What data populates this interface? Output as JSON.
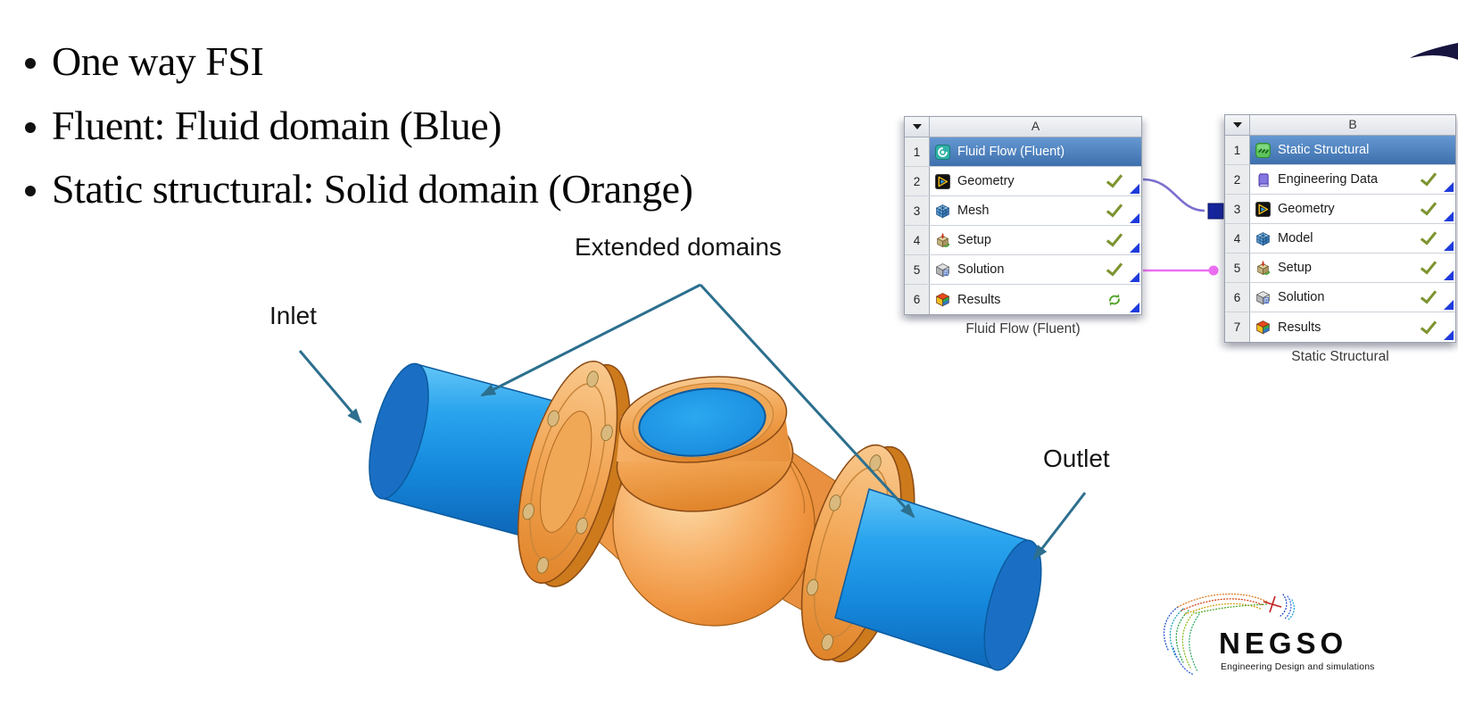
{
  "slide": {
    "bullets": [
      "One way FSI",
      "Fluent: Fluid domain (Blue)",
      "Static structural: Solid domain (Orange)"
    ]
  },
  "diagram": {
    "labels": {
      "extended_domains": "Extended domains",
      "inlet": "Inlet",
      "outlet": "Outlet"
    }
  },
  "workbench": {
    "systems": [
      {
        "id": "A",
        "header": "A",
        "caption": "Fluid Flow (Fluent)",
        "rows": [
          {
            "num": "1",
            "label": "Fluid Flow (Fluent)",
            "icon": "fluent-icon",
            "status_icon": null,
            "selected": true
          },
          {
            "num": "2",
            "label": "Geometry",
            "icon": "geometry-icon",
            "status_icon": "check-icon",
            "selected": false
          },
          {
            "num": "3",
            "label": "Mesh",
            "icon": "mesh-icon",
            "status_icon": "check-icon",
            "selected": false
          },
          {
            "num": "4",
            "label": "Setup",
            "icon": "setup-icon",
            "status_icon": "check-icon",
            "selected": false
          },
          {
            "num": "5",
            "label": "Solution",
            "icon": "solution-icon",
            "status_icon": "check-icon",
            "selected": false
          },
          {
            "num": "6",
            "label": "Results",
            "icon": "results-icon",
            "status_icon": "refresh-icon",
            "selected": false
          }
        ]
      },
      {
        "id": "B",
        "header": "B",
        "caption": "Static Structural",
        "rows": [
          {
            "num": "1",
            "label": "Static Structural",
            "icon": "static-structural-icon",
            "status_icon": null,
            "selected": true
          },
          {
            "num": "2",
            "label": "Engineering Data",
            "icon": "engineering-data-icon",
            "status_icon": "check-icon",
            "selected": false
          },
          {
            "num": "3",
            "label": "Geometry",
            "icon": "geometry-icon",
            "status_icon": "check-icon",
            "selected": false
          },
          {
            "num": "4",
            "label": "Model",
            "icon": "mesh-icon",
            "status_icon": "check-icon",
            "selected": false
          },
          {
            "num": "5",
            "label": "Setup",
            "icon": "setup-icon",
            "status_icon": "check-icon",
            "selected": false
          },
          {
            "num": "6",
            "label": "Solution",
            "icon": "solution-icon",
            "status_icon": "check-icon",
            "selected": false
          },
          {
            "num": "7",
            "label": "Results",
            "icon": "results-icon",
            "status_icon": "check-icon",
            "selected": false
          }
        ]
      }
    ],
    "connections": [
      {
        "from": "A Geometry",
        "to": "B Geometry",
        "color": "#7b6fce"
      },
      {
        "from": "A Solution",
        "to": "B Setup",
        "color": "#ec6ef2"
      }
    ]
  },
  "logo": {
    "name": "NEGSO",
    "tagline": "Engineering Design and simulations"
  },
  "colors": {
    "fluid_blue": "#1e93e4",
    "solid_orange": "#f2a050",
    "annotation_teal": "#2c6f8e",
    "selection_blue": "#4a7ebd",
    "check_green": "#7d9430",
    "pending_triangle_blue": "#1f3bdc"
  }
}
